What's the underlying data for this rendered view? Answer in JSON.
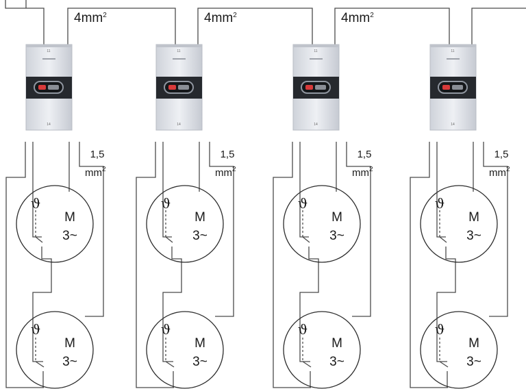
{
  "diagram": {
    "supply_cable_label": "4mm",
    "supply_cable_sup": "2",
    "motor_cable_label_line1": "1,5",
    "motor_cable_label_line2": "mm",
    "motor_cable_sup": "2",
    "motor_symbol": "M",
    "motor_phase": "3~",
    "thermal_symbol": "ϑ",
    "breaker_terminal_top": "11",
    "breaker_terminal_bottom": "14",
    "breaker_count": 4,
    "motors_per_breaker": 2,
    "supply_link_count": 3
  }
}
